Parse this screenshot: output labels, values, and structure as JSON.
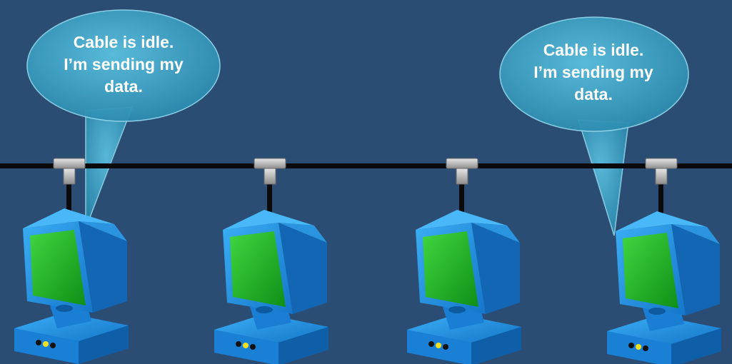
{
  "bubbles": [
    {
      "lines": [
        "Cable is idle.",
        "I’m sending my",
        "data."
      ]
    },
    {
      "lines": [
        "Cable is idle.",
        "I’m sending my",
        "data."
      ]
    }
  ],
  "colors": {
    "background": "#2b4d74",
    "bubble": "#3aa0c4",
    "cable": "#0a0a0a",
    "computer_body": "#1f8fe0",
    "screen": "#22b822",
    "connector": "#c0c0c0"
  },
  "stations": [
    "computer-1",
    "computer-2",
    "computer-3",
    "computer-4"
  ]
}
